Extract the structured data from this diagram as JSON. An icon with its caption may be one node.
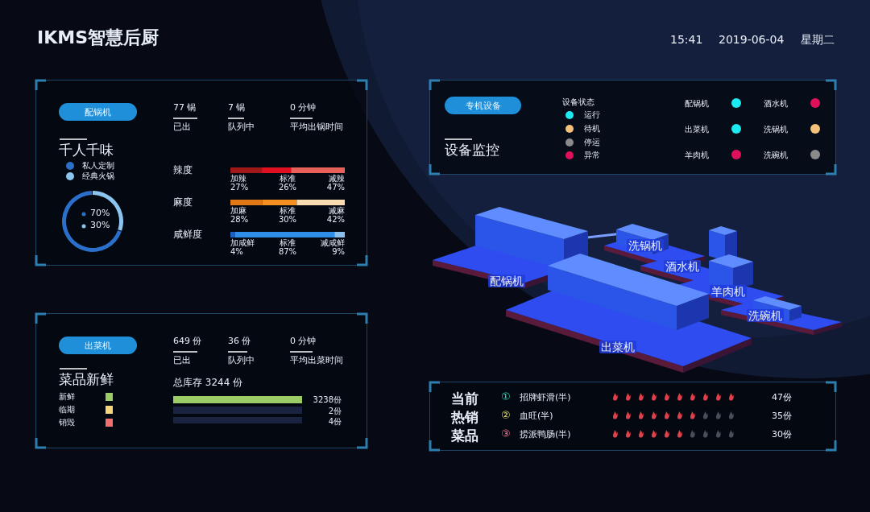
{
  "diagram": {
    "title": "IKMS智慧后厨",
    "nodes": [
      {
        "text": [],
        "shape": "box"
      },
      {
        "text": [
          "配锅机"
        ],
        "in": 0
      },
      {
        "text": [],
        "shape": "box"
      },
      {
        "text": [
          "出菜机"
        ],
        "in": 2
      },
      {
        "text": [],
        "shape": "box"
      },
      {
        "text": [
          "专机设备"
        ],
        "in": 4
      },
      {
        "text": [],
        "shape": "box"
      }
    ],
    "labels": [
      "15:41",
      "2019-06-04",
      "星期二",
      "77 锅",
      "7 锅",
      "0 分钟",
      "已出",
      "队列中",
      "平均出锅时间",
      "千人千味",
      "70%",
      "30%",
      "辣度",
      "加辣",
      "标准",
      "减辣",
      "27%",
      "26%",
      "47%",
      "麻度",
      "加麻",
      "标准",
      "减麻",
      "28%",
      "30%",
      "42%",
      "咸鲜度",
      "加咸鲜",
      "标准",
      "减咸鲜",
      "4%",
      "87%",
      "9%",
      "649 份",
      "36 份",
      "0 分钟",
      "已出",
      "队列中",
      "平均出菜时间",
      "菜品新鲜",
      "总库存 3244 份",
      "3238份",
      "2份",
      "4份",
      "设备状态",
      "设备监控",
      "配锅机",
      "酒水机",
      "出菜机",
      "洗锅机",
      "羊肉机",
      "洗碗机",
      "洗锅机",
      "酒水机",
      "配锅机",
      "羊肉机",
      "洗碗机",
      "出菜机",
      "当前热销菜品",
      "①",
      "招牌虾滑(半)",
      "47份",
      "②",
      "血旺(半)",
      "35份",
      "③",
      "捞派鸭肠(半)",
      "30份"
    ],
    "legend": [
      {
        "text": "私人定制",
        "color": "#2a6fc9"
      },
      {
        "text": "经典火锅",
        "color": "#8cc4f0"
      },
      {
        "text": "新鲜",
        "color": "#9ccc65"
      },
      {
        "text": "临期",
        "color": "#f5d67a"
      },
      {
        "text": "销毁",
        "color": "#f07070"
      },
      {
        "text": "运行",
        "color": "#1de9f0"
      },
      {
        "text": "待机",
        "color": "#f5c07a"
      },
      {
        "text": "停运",
        "color": "#8a8a8a"
      },
      {
        "text": "异常",
        "color": "#e0105a"
      }
    ]
  }
}
